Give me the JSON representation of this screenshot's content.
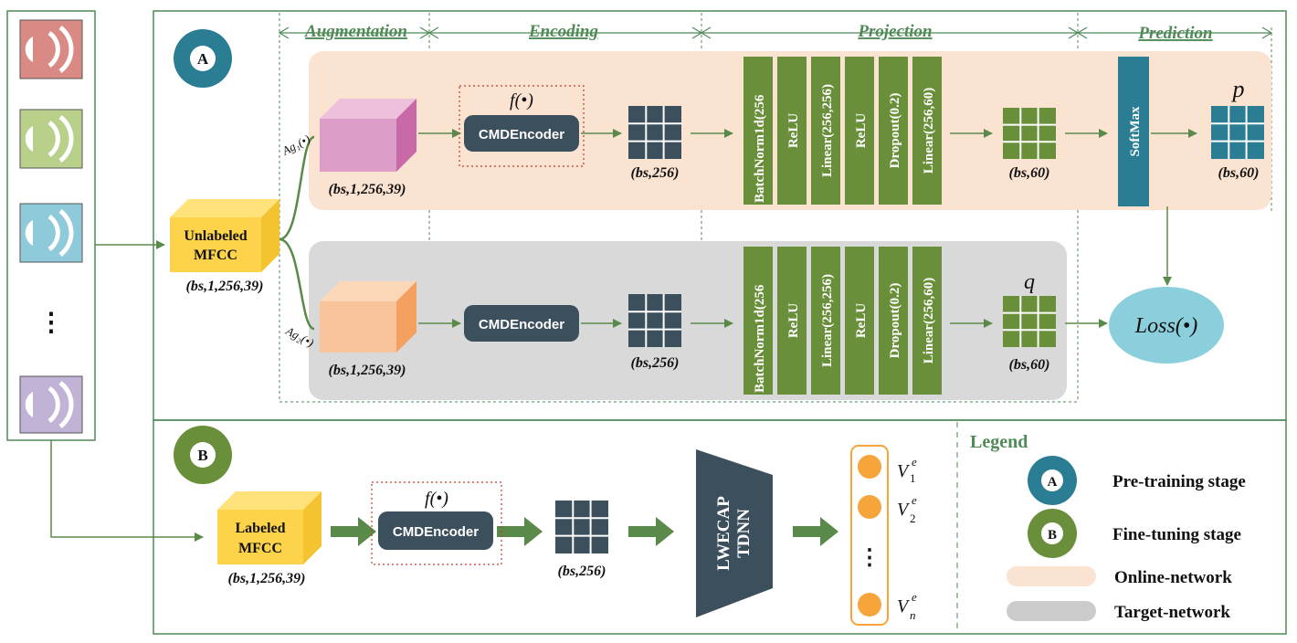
{
  "stages": {
    "a_label": "A",
    "b_label": "B"
  },
  "headers": {
    "augmentation": "Augmentation",
    "encoding": "Encoding",
    "projection": "Projection",
    "prediction": "Prediction"
  },
  "input": {
    "unlabeled_line1": "Unlabeled",
    "unlabeled_line2": "MFCC",
    "unlabeled_dim": "(bs,1,256,39)",
    "labeled_line1": "Labeled",
    "labeled_line2": "MFCC",
    "labeled_dim": "(bs,1,256,39)",
    "ellipsis": "⋮"
  },
  "augment": {
    "ag1": "Ag₁(•)",
    "ag2": "Ag₂(•)",
    "online_dim": "(bs,1,256,39)",
    "target_dim": "(bs,1,256,39)"
  },
  "encoder": {
    "label": "CMDEncoder",
    "func": "f(•)",
    "out_dim": "(bs,256)"
  },
  "projection": {
    "layers": [
      "BatchNorm1d(256",
      "ReLU",
      "Linear(256,256)",
      "ReLU",
      "Dropout(0.2)",
      "Linear(256,60)"
    ],
    "out_dim": "(bs,60)"
  },
  "prediction": {
    "softmax": "SoftMax",
    "p": "p",
    "q": "q",
    "out_dim": "(bs,60)",
    "loss": "Loss(•)"
  },
  "finetune": {
    "tdnn_line1": "LWECAP",
    "tdnn_line2": "TDNN",
    "v1": "V",
    "v2": "V",
    "vn": "V",
    "sup": "e",
    "sub1": "1",
    "sub2": "2",
    "subn": "n",
    "dots": "⋮"
  },
  "legend": {
    "title": "Legend",
    "a_text": "Pre-training stage",
    "b_text": "Fine-tuning stage",
    "online": "Online-network",
    "target": "Target-network"
  },
  "colors": {
    "frame": "#4f8a57",
    "online_bg": "#fbe3d2",
    "target_bg": "#d9d9d9",
    "stage_a": "#2a7d93",
    "stage_b": "#6a8f3a",
    "encoder": "#3c4f5c",
    "projection": "#6a8f3a",
    "softmax": "#2a7d93",
    "loss": "#8ccfdc",
    "orange": "#f5a53a",
    "yellow": "#fcd34a"
  }
}
